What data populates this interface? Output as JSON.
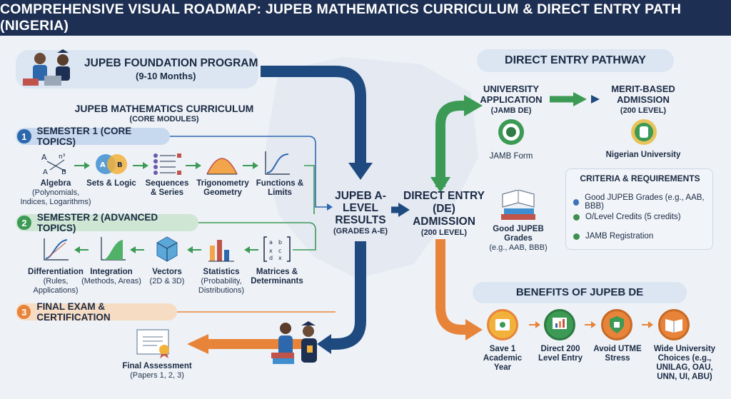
{
  "header": {
    "title": "COMPREHENSIVE VISUAL ROADMAP: JUPEB MATHEMATICS CURRICULUM & DIRECT ENTRY PATH (NIGERIA)"
  },
  "foundation": {
    "title": "JUPEB FOUNDATION PROGRAM",
    "duration": "(9-10 Months)"
  },
  "curriculum": {
    "title": "JUPEB MATHEMATICS CURRICULUM",
    "subtitle": "(CORE MODULES)"
  },
  "semester1": {
    "number": "1",
    "title": "SEMESTER 1 (CORE TOPICS)",
    "modules": [
      {
        "name": "Algebra",
        "detail": "(Polynomials, Indices, Logarithms)"
      },
      {
        "name": "Sets & Logic",
        "detail": ""
      },
      {
        "name": "Sequences & Series",
        "detail": ""
      },
      {
        "name": "Trigonometry Geometry",
        "detail": ""
      },
      {
        "name": "Functions & Limits",
        "detail": ""
      }
    ]
  },
  "semester2": {
    "number": "2",
    "title": "SEMESTER 2 (ADVANCED TOPICS)",
    "modules": [
      {
        "name": "Differentiation",
        "detail": "(Rules, Applications)"
      },
      {
        "name": "Integration",
        "detail": "(Methods, Areas)"
      },
      {
        "name": "Vectors",
        "detail": "(2D & 3D)"
      },
      {
        "name": "Statistics",
        "detail": "(Probability, Distributions)"
      },
      {
        "name": "Matrices & Determinants",
        "detail": ""
      }
    ]
  },
  "semester3": {
    "number": "3",
    "title": "FINAL EXAM & CERTIFICATION"
  },
  "final_assessment": {
    "title": "Final Assessment",
    "detail": "(Papers 1, 2, 3)"
  },
  "results": {
    "title": "JUPEB A-LEVEL RESULTS",
    "grades": "(GRADES A-E)"
  },
  "direct_entry": {
    "title": "DIRECT ENTRY (DE) ADMISSION",
    "level": "(200 LEVEL)"
  },
  "grades_box": {
    "title": "Good JUPEB Grades",
    "detail": "(e.g., AAB, BBB)"
  },
  "pathway": {
    "title": "DIRECT ENTRY PATHWAY",
    "application": {
      "title": "UNIVERSITY APPLICATION",
      "detail": "(JAMB DE)",
      "caption": "JAMB Form"
    },
    "admission": {
      "title": "MERIT-BASED ADMISSION",
      "detail": "(200 LEVEL)",
      "caption": "Nigerian University"
    }
  },
  "criteria": {
    "title": "CRITERIA & REQUIREMENTS",
    "items": [
      {
        "text": "Good JUPEB Grades (e.g., AAB, BBB)",
        "color": "#3f73b8"
      },
      {
        "text": "O/Level Credits (5 credits)",
        "color": "#3c8f4e"
      },
      {
        "text": "JAMB Registration",
        "color": "#3c8f4e"
      }
    ]
  },
  "benefits": {
    "title": "BENEFITS OF JUPEB DE",
    "items": [
      {
        "text": "Save 1 Academic Year"
      },
      {
        "text": "Direct 200 Level Entry"
      },
      {
        "text": "Avoid UTME Stress"
      },
      {
        "text": "Wide University Choices (e.g., UNILAG, OAU, UNN, UI, ABU)"
      }
    ]
  },
  "colors": {
    "navy": "#1d2f52",
    "blue": "#2d5f9e",
    "green": "#3c9a55",
    "orange": "#e8843a"
  }
}
